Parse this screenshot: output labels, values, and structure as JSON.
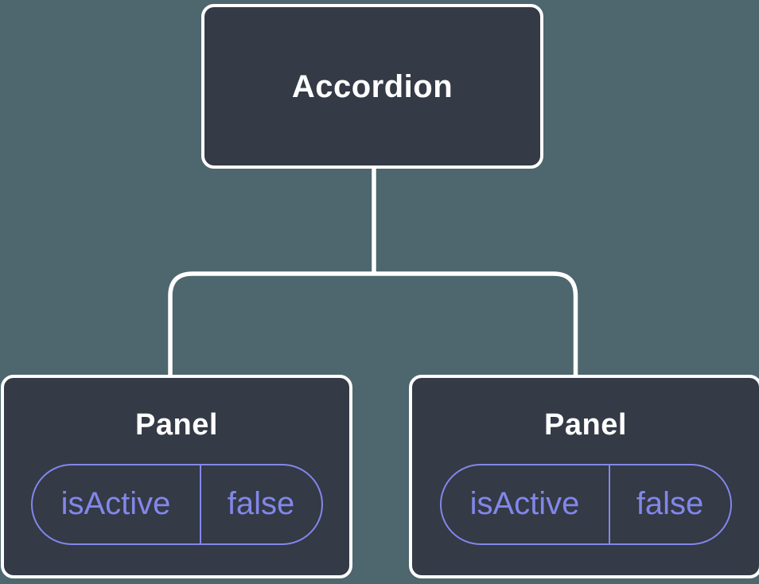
{
  "diagram": {
    "type": "component-tree",
    "colors": {
      "background": "#4E666E",
      "node_fill": "#343A46",
      "node_border": "#FFFFFF",
      "connector": "#FFFFFF",
      "state": "#8287EA"
    },
    "root": {
      "label": "Accordion"
    },
    "children": [
      {
        "label": "Panel",
        "state": {
          "name": "isActive",
          "value": "false"
        }
      },
      {
        "label": "Panel",
        "state": {
          "name": "isActive",
          "value": "false"
        }
      }
    ]
  }
}
